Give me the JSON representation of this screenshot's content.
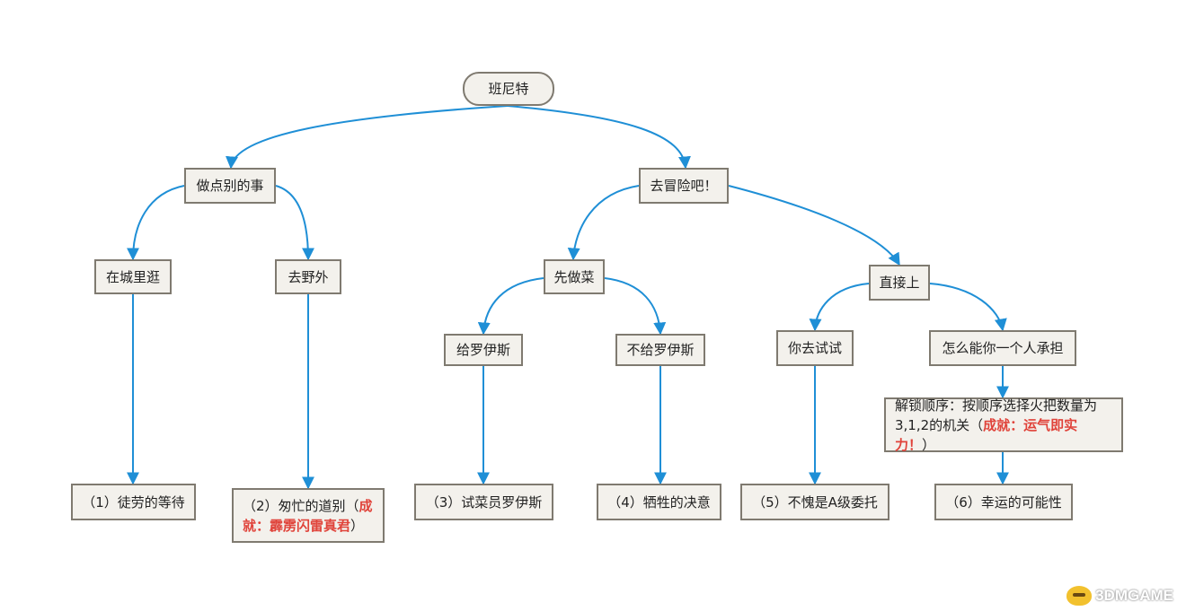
{
  "nodes": {
    "root": "班尼特",
    "do_else": "做点别的事",
    "adventure": "去冒险吧！",
    "city": "在城里逛",
    "outdoor": "去野外",
    "cook_first": "先做菜",
    "direct": "直接上",
    "give_ros": "给罗伊斯",
    "no_give_ros": "不给罗伊斯",
    "you_try": "你去试试",
    "alone": "怎么能你一个人承担",
    "unlock_text": "解锁顺序：按顺序选择火把数量为3,1,2的机关（",
    "unlock_highlight": "成就：运气即实力！",
    "unlock_close": "）"
  },
  "endings": {
    "e1": "（1）徒劳的等待",
    "e2_text": "（2）匆忙的道别（",
    "e2_highlight": "成就：霹雳闪雷真君",
    "e2_close": "）",
    "e3": "（3）试菜员罗伊斯",
    "e4": "（4）牺牲的决意",
    "e5": "（5）不愧是A级委托",
    "e6": "（6）幸运的可能性"
  },
  "watermark": "3DMGAME",
  "colors": {
    "edge": "#1f8fd6",
    "node_fill": "#f3f1ec",
    "node_border": "#7f7a70",
    "highlight": "#e0433a"
  }
}
